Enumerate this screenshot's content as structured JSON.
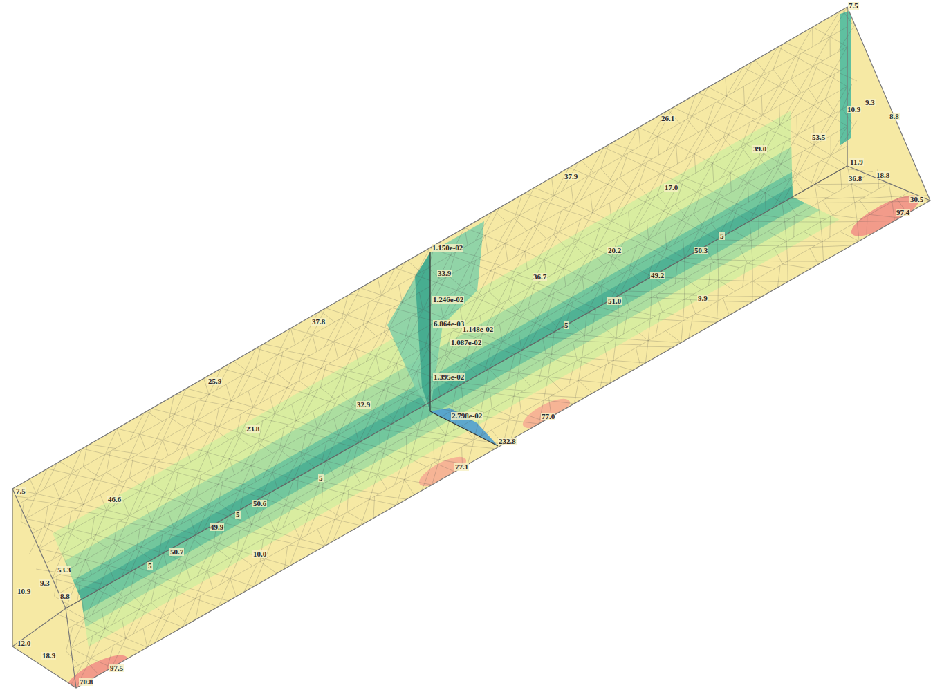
{
  "diagram": {
    "labels": [
      "7.5",
      "10.9",
      "9.3",
      "8.8",
      "26.1",
      "53.5",
      "39.0",
      "11.9",
      "36.8",
      "18.8",
      "30.5",
      "97.4",
      "37.9",
      "17.0",
      "5",
      "1.150e-02",
      "20.2",
      "50.3",
      "33.9",
      "49.2",
      "36.7",
      "1.246e-02",
      "51.0",
      "9.9",
      "6.864e-03",
      "1.148e-02",
      "37.8",
      "5",
      "1.087e-02",
      "1.395e-02",
      "25.9",
      "32.9",
      "2.798e-02",
      "77.0",
      "23.8",
      "232.8",
      "77.1",
      "5",
      "7.5",
      "46.6",
      "50.6",
      "5",
      "49.9",
      "50.7",
      "10.0",
      "5",
      "53.3",
      "9.3",
      "10.9",
      "8.8",
      "12.0",
      "18.9",
      "97.5",
      "70.8"
    ]
  }
}
